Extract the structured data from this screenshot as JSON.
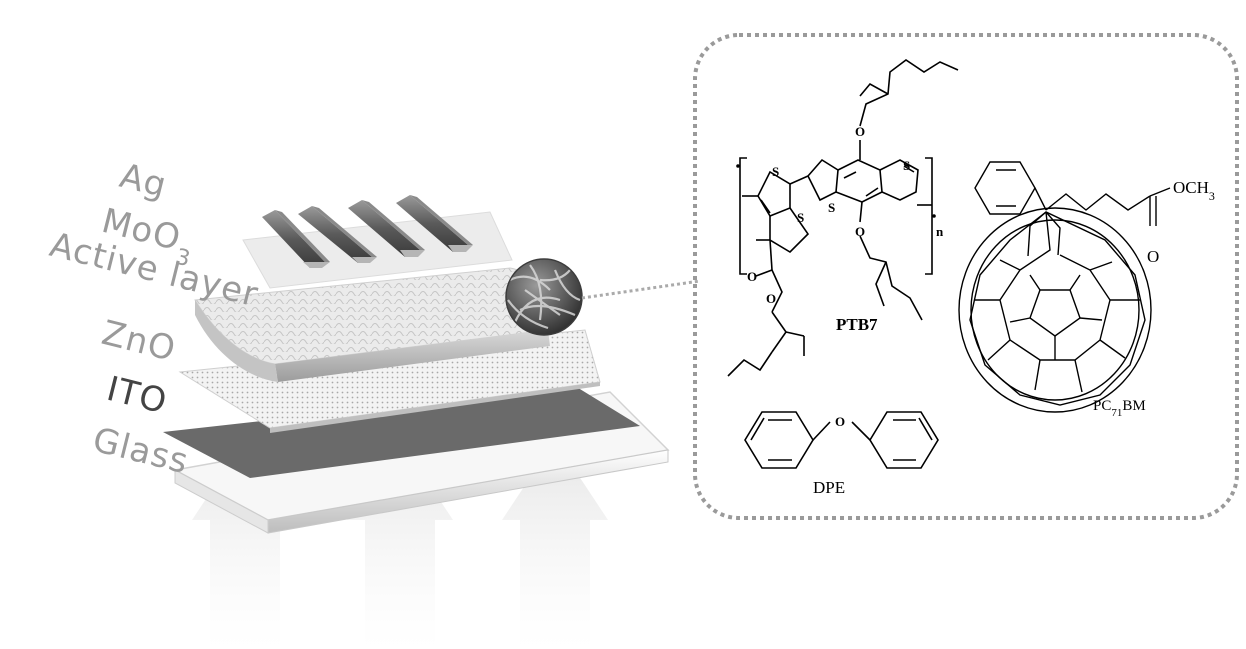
{
  "device": {
    "layers": {
      "ag": "Ag",
      "moo3_main": "MoO",
      "moo3_sub": "3",
      "active": "Active layer",
      "zno": "ZnO",
      "ito": "ITO",
      "glass": "Glass"
    }
  },
  "molecules": {
    "ptb7": "PTB7",
    "pcbm_main": "PC",
    "pcbm_sub": "71",
    "pcbm_end": "BM",
    "dpe": "DPE",
    "och3_main": "OCH",
    "och3_sub": "3",
    "o": "O",
    "s": "S",
    "n": "n"
  },
  "colors": {
    "electrode": "#6e6e6e",
    "ito": "#6a6a6a",
    "dash_border": "#9a9a9a"
  }
}
